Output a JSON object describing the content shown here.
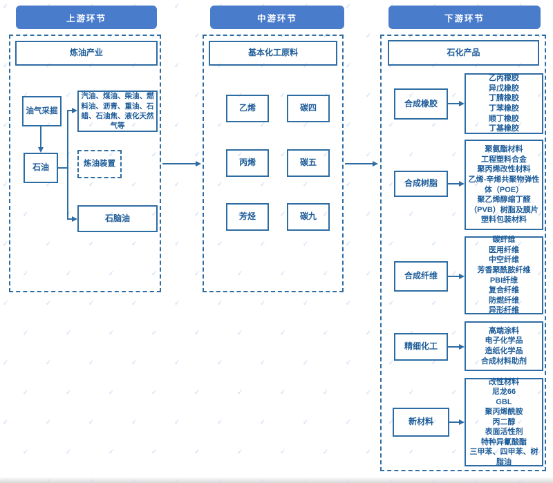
{
  "colors": {
    "header_bg": "#4a7ccc",
    "line": "#2d6ca3",
    "text": "#1d5c99"
  },
  "upstream": {
    "header": "上游环节",
    "top_box": "炼油产业",
    "nodes": {
      "oil_gas_extraction": "油气采掘",
      "petroleum": "石油",
      "refined_products": "汽油、煤油、柴油、燃料油、沥青、重油、石蜡、石油焦、液化天然气等",
      "refining_unit": "炼油装置",
      "naphtha": "石脑油"
    }
  },
  "midstream": {
    "header": "中游环节",
    "top_box": "基本化工原料",
    "grid": [
      "乙烯",
      "碳四",
      "丙烯",
      "碳五",
      "芳烃",
      "碳九"
    ]
  },
  "downstream": {
    "header": "下游环节",
    "top_box": "石化产品",
    "sections": [
      {
        "label": "合成橡胶",
        "items": [
          "乙丙橡胶",
          "异戊橡胶",
          "丁腈橡胶",
          "丁苯橡胶",
          "顺丁橡胶",
          "丁基橡胶"
        ]
      },
      {
        "label": "合成树脂",
        "items": [
          "聚氨酯材料",
          "工程塑料合金",
          "聚丙烯改性材料",
          "乙烯-辛烯共聚物弹性体（POE）",
          "聚乙烯醇缩丁醛（PVB）树脂及膜片",
          "塑料包装材料"
        ]
      },
      {
        "label": "合成纤维",
        "items": [
          "碳纤维",
          "医用纤维",
          "中空纤维",
          "芳香聚酰胺纤维",
          "PBI纤维",
          "复合纤维",
          "防燃纤维",
          "异形纤维"
        ]
      },
      {
        "label": "精细化工",
        "items": [
          "高端涂料",
          "电子化学品",
          "造纸化学品",
          "合成材料助剂"
        ]
      },
      {
        "label": "新材料",
        "items": [
          "改性材料",
          "尼龙66",
          "GBL",
          "聚丙烯酰胺",
          "丙二醇",
          "表面活性剂",
          "特种异氰酸酯",
          "三甲苯、四甲苯、树脂油"
        ]
      }
    ]
  }
}
